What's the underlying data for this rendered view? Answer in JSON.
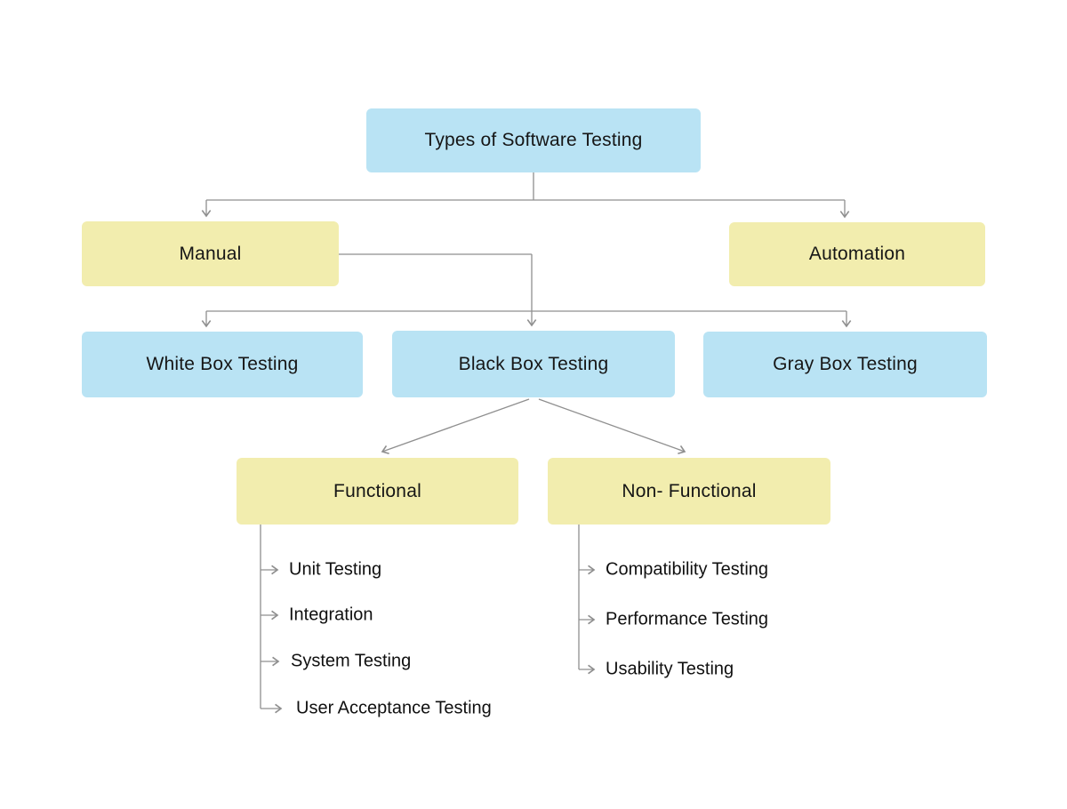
{
  "diagram": {
    "title": "Types of Software Testing",
    "level2": [
      {
        "label": "Manual"
      },
      {
        "label": "Automation"
      }
    ],
    "level3": [
      {
        "label": "White Box Testing"
      },
      {
        "label": "Black Box Testing"
      },
      {
        "label": "Gray Box Testing"
      }
    ],
    "level4": [
      {
        "label": "Functional"
      },
      {
        "label": "Non- Functional"
      }
    ],
    "functional_items": [
      "Unit Testing",
      "Integration",
      "System Testing",
      "User Acceptance Testing"
    ],
    "non_functional_items": [
      "Compatibility Testing",
      "Performance Testing",
      "Usability Testing"
    ],
    "colors": {
      "node_blue": "#b9e3f4",
      "node_yellow": "#f2edae",
      "connector": "#8f8f8f",
      "text": "#161616",
      "background": "#ffffff"
    }
  }
}
